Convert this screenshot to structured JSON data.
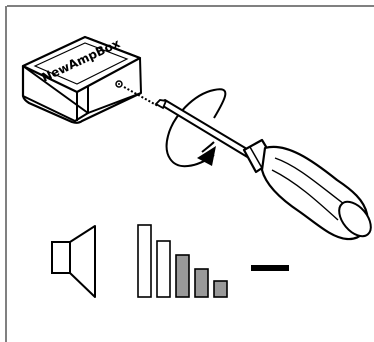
{
  "device": {
    "label": "NewAmpBox",
    "icon": "amplifier-box-icon"
  },
  "illustration": {
    "tool_icon": "screwdriver-icon",
    "rotation_icon": "rotate-arrow-icon",
    "speaker_icon": "speaker-icon",
    "minus_icon": "minus-icon"
  },
  "volume_meter": {
    "bars_total": 5,
    "bars_filled": 3,
    "fill_color": "#999999",
    "empty_color": "#ffffff"
  }
}
